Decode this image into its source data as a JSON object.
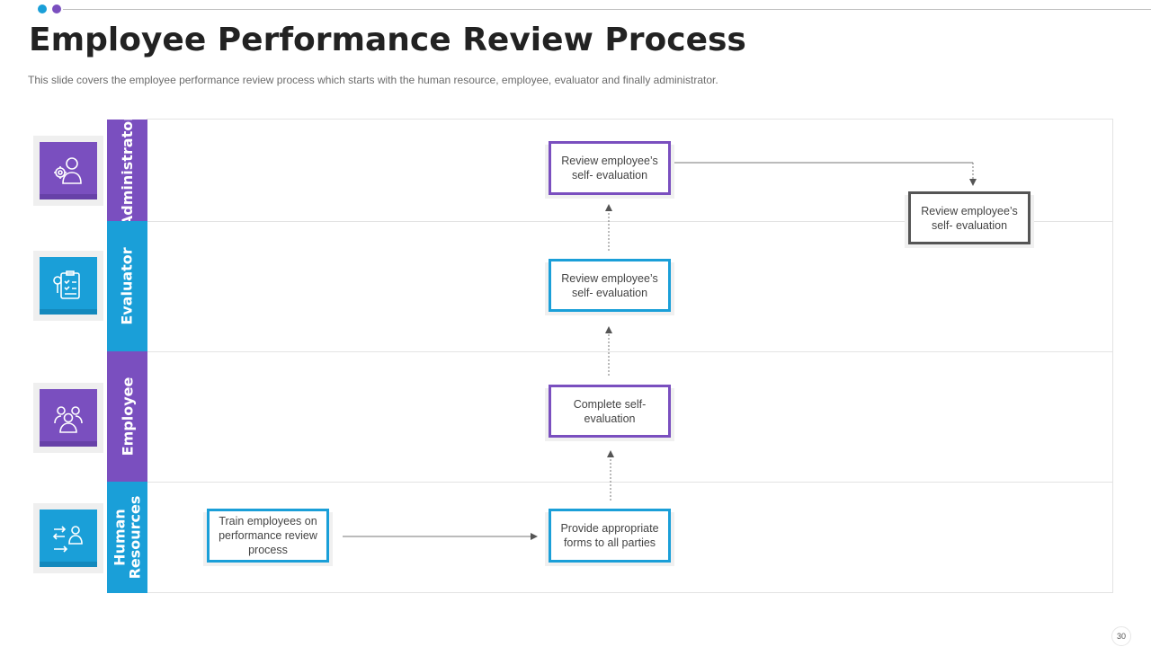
{
  "slide": {
    "title": "Employee Performance Review Process",
    "subtitle": "This slide covers the employee performance review process which starts with the human resource, employee, evaluator and finally administrator.",
    "page_number": "30"
  },
  "lanes": [
    {
      "label": "Administrator",
      "icon": "admin-user-gear-icon",
      "color": "#7a4fbf"
    },
    {
      "label": "Evaluator",
      "icon": "clipboard-checklist-icon",
      "color": "#1a9fd8"
    },
    {
      "label": "Employee",
      "icon": "team-group-icon",
      "color": "#7a4fbf"
    },
    {
      "label": "Human Resources",
      "icon": "people-exchange-icon",
      "color": "#1a9fd8"
    }
  ],
  "steps": {
    "train": "Train employees on performance review process",
    "provide": "Provide appropriate forms to all parties",
    "complete": "Complete self- evaluation",
    "evaluator_review": "Review employee’s self- evaluation",
    "admin_review": "Review employee’s self- evaluation",
    "final_review": "Review employee’s self- evaluation"
  },
  "colors": {
    "purple": "#7a4fbf",
    "blue": "#1a9fd8",
    "gray": "#555555"
  }
}
